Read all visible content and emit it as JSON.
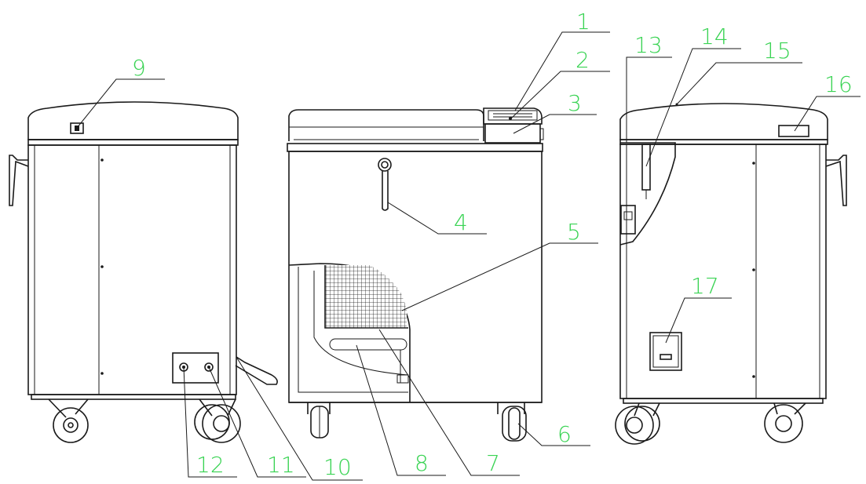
{
  "colors": {
    "label": "#39d353",
    "line": "#1a1a1a",
    "background": "#ffffff"
  },
  "callouts": [
    {
      "id": "1",
      "label": "1"
    },
    {
      "id": "2",
      "label": "2"
    },
    {
      "id": "3",
      "label": "3"
    },
    {
      "id": "4",
      "label": "4"
    },
    {
      "id": "5",
      "label": "5"
    },
    {
      "id": "6",
      "label": "6"
    },
    {
      "id": "7",
      "label": "7"
    },
    {
      "id": "8",
      "label": "8"
    },
    {
      "id": "9",
      "label": "9"
    },
    {
      "id": "10",
      "label": "10"
    },
    {
      "id": "11",
      "label": "11"
    },
    {
      "id": "12",
      "label": "12"
    },
    {
      "id": "13",
      "label": "13"
    },
    {
      "id": "14",
      "label": "14"
    },
    {
      "id": "15",
      "label": "15"
    },
    {
      "id": "16",
      "label": "16"
    },
    {
      "id": "17",
      "label": "17"
    }
  ]
}
